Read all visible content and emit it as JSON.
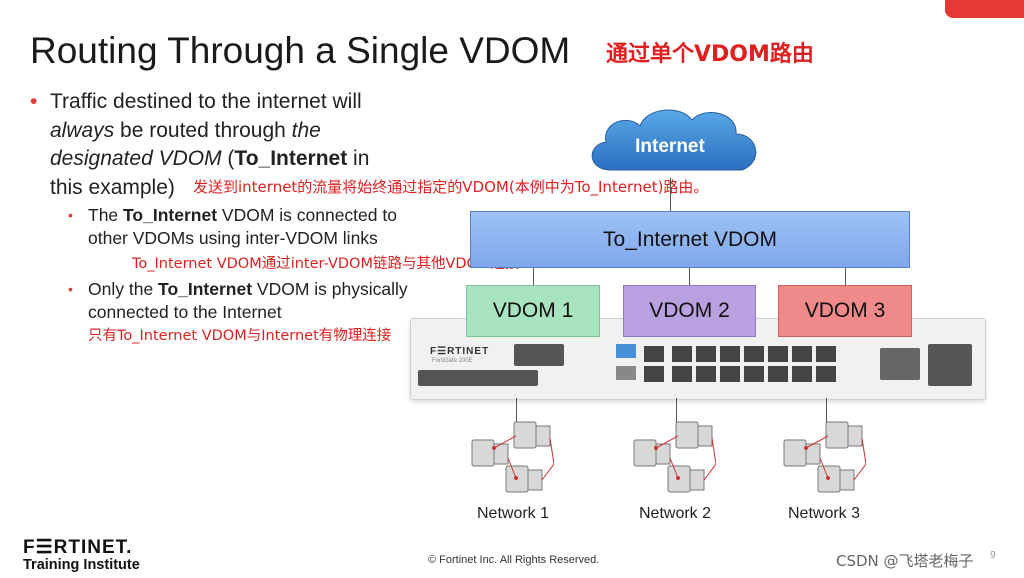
{
  "slide": {
    "title": "Routing Through a Single VDOM",
    "title_cn": "通过单个VDOM路由",
    "bullet1": {
      "line1": "Traffic destined to the internet will",
      "line2_italic": "always",
      "line2_rest": " be routed through ",
      "line2_italic2": "the",
      "line3_italic": "designated VDOM",
      "line3_mid": " (",
      "line3_bold": "To_Internet",
      "line3_rest": " in",
      "line4": "this example)",
      "cn": "发送到internet的流量将始终通过指定的VDOM(本例中为To_Internet)路由。"
    },
    "sub1": {
      "pre": "The ",
      "bold": "To_Internet",
      "rest": " VDOM is connected to other VDOMs using inter-VDOM links",
      "cn": "To_Internet VDOM通过inter-VDOM链路与其他VDOM连接"
    },
    "sub2": {
      "pre": "Only the ",
      "bold": "To_Internet",
      "rest": " VDOM is physically connected to the Internet",
      "cn": "只有To_Internet VDOM与Internet有物理连接"
    }
  },
  "diagram": {
    "cloud_label": "Internet",
    "to_internet_label": "To_Internet VDOM",
    "vdoms": [
      "VDOM 1",
      "VDOM 2",
      "VDOM 3"
    ],
    "appliance_brand": "F☰RTINET",
    "appliance_model": "FortiGate 200E",
    "networks": [
      "Network 1",
      "Network 2",
      "Network 3"
    ]
  },
  "footer": {
    "logo": "F☰RTINET.",
    "logo_sub": "Training Institute",
    "copyright": "© Fortinet Inc. All Rights Reserved.",
    "watermark": "CSDN @飞塔老梅子",
    "page": "9"
  },
  "colors": {
    "accent_red": "#e53935",
    "to_internet_blue": "#8fb4f0",
    "vdom1_green": "#a8e4c0",
    "vdom2_purple": "#b9a0e0",
    "vdom3_red": "#f08a8a"
  }
}
